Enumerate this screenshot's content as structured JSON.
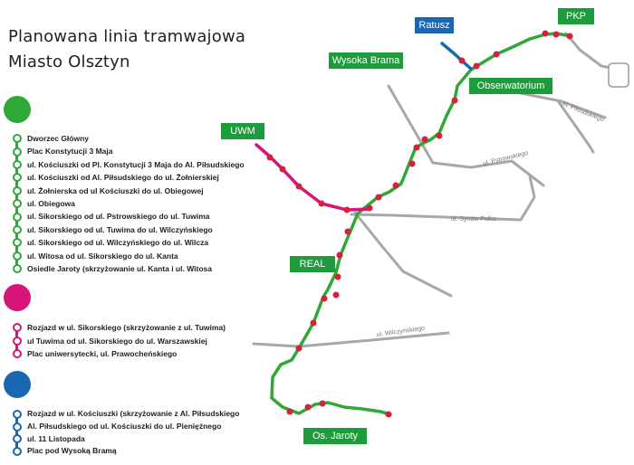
{
  "title": {
    "line1": "Planowana linia tramwajowa",
    "line2": "Miasto Olsztyn"
  },
  "colors": {
    "green": "#2ea836",
    "magenta": "#d6147a",
    "blue": "#1b66b1",
    "stop": "#d4213d",
    "road": "#a8a8a8",
    "label_bg": "#1e9b3b"
  },
  "legend": {
    "green_section": [
      "Dworzec Główny",
      "Plac Konstytucji 3 Maja",
      "ul. Kościuszki od Pl. Konstytucji 3 Maja do Al. Piłsudskiego",
      "ul. Kościuszki od Al. Piłsudskiego do ul. Żołnierskiej",
      "ul. Żołnierska od ul Kościuszki do ul. Obiegowej",
      "ul. Obiegowa",
      "ul. Sikorskiego od ul. Pstrowskiego do ul. Tuwima",
      "ul. Sikorskiego od ul. Tuwima do ul. Wilczyńskiego",
      "ul. Sikorskiego od ul. Wilczyńskiego do ul. Wilcza",
      "ul. Witosa od ul. Sikorskiego do ul. Kanta",
      "Osiedle Jaroty (skrzyżowanie ul. Kanta i ul. Witosa"
    ],
    "magenta_section": [
      "Rozjazd w ul. Sikorskiego (skrzyżowanie z ul. Tuwima)",
      "ul Tuwima od ul. Sikorskiego do ul. Warszawskiej",
      "Plac uniwersytecki, ul. Prawocheńskiego"
    ],
    "blue_section": [
      "Rozjazd w ul. Kościuszki (skrzyżowanie z Al. Piłsudskiego",
      "Al. Piłsudskiego od ul. Kościuszki do ul. Pieniężnego",
      "ul. 11 Listopada",
      "Plac pod Wysoką Bramą"
    ]
  },
  "places": {
    "ratusz": "Ratusz",
    "pkp": "PKP",
    "wysoka_brama": "Wysoka Brama",
    "obserwatorium": "Obserwatorium",
    "uwm": "UWM",
    "real": "REAL",
    "os_jaroty": "Os. Jaroty"
  },
  "streets": {
    "pilsudskiego": "Al. Piłsudskiego",
    "pstrowskiego": "ul. Pstrowskiego",
    "synow_pulku": "ul. Synów Pułku",
    "wilczynskiego": "ul. Wilczyńskiego"
  }
}
